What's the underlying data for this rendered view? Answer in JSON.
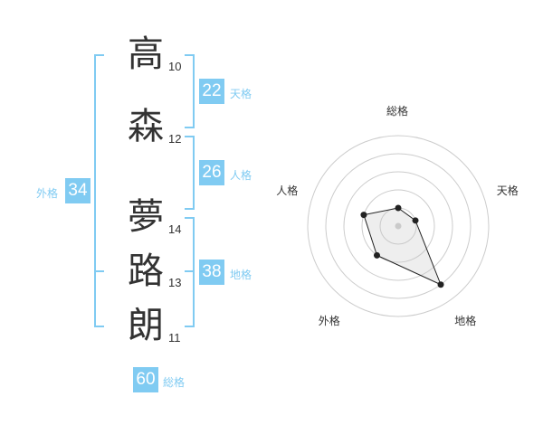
{
  "name": {
    "chars": [
      {
        "char": "高",
        "strokes": "10"
      },
      {
        "char": "森",
        "strokes": "12"
      },
      {
        "char": "夢",
        "strokes": "14"
      },
      {
        "char": "路",
        "strokes": "13"
      },
      {
        "char": "朗",
        "strokes": "11"
      }
    ]
  },
  "kaku": {
    "tenkaku": {
      "value": "22",
      "label": "天格"
    },
    "jinkaku": {
      "value": "26",
      "label": "人格"
    },
    "chikaku": {
      "value": "38",
      "label": "地格"
    },
    "gaikaku": {
      "value": "34",
      "label": "外格"
    },
    "soukaku": {
      "value": "60",
      "label": "総格"
    }
  },
  "chart_data": {
    "type": "radar",
    "axes": [
      "総格",
      "天格",
      "地格",
      "外格",
      "人格"
    ],
    "values": [
      1,
      1,
      4,
      2,
      2
    ],
    "max": 5,
    "rings": 5
  },
  "colors": {
    "accent": "#80cbf2"
  }
}
